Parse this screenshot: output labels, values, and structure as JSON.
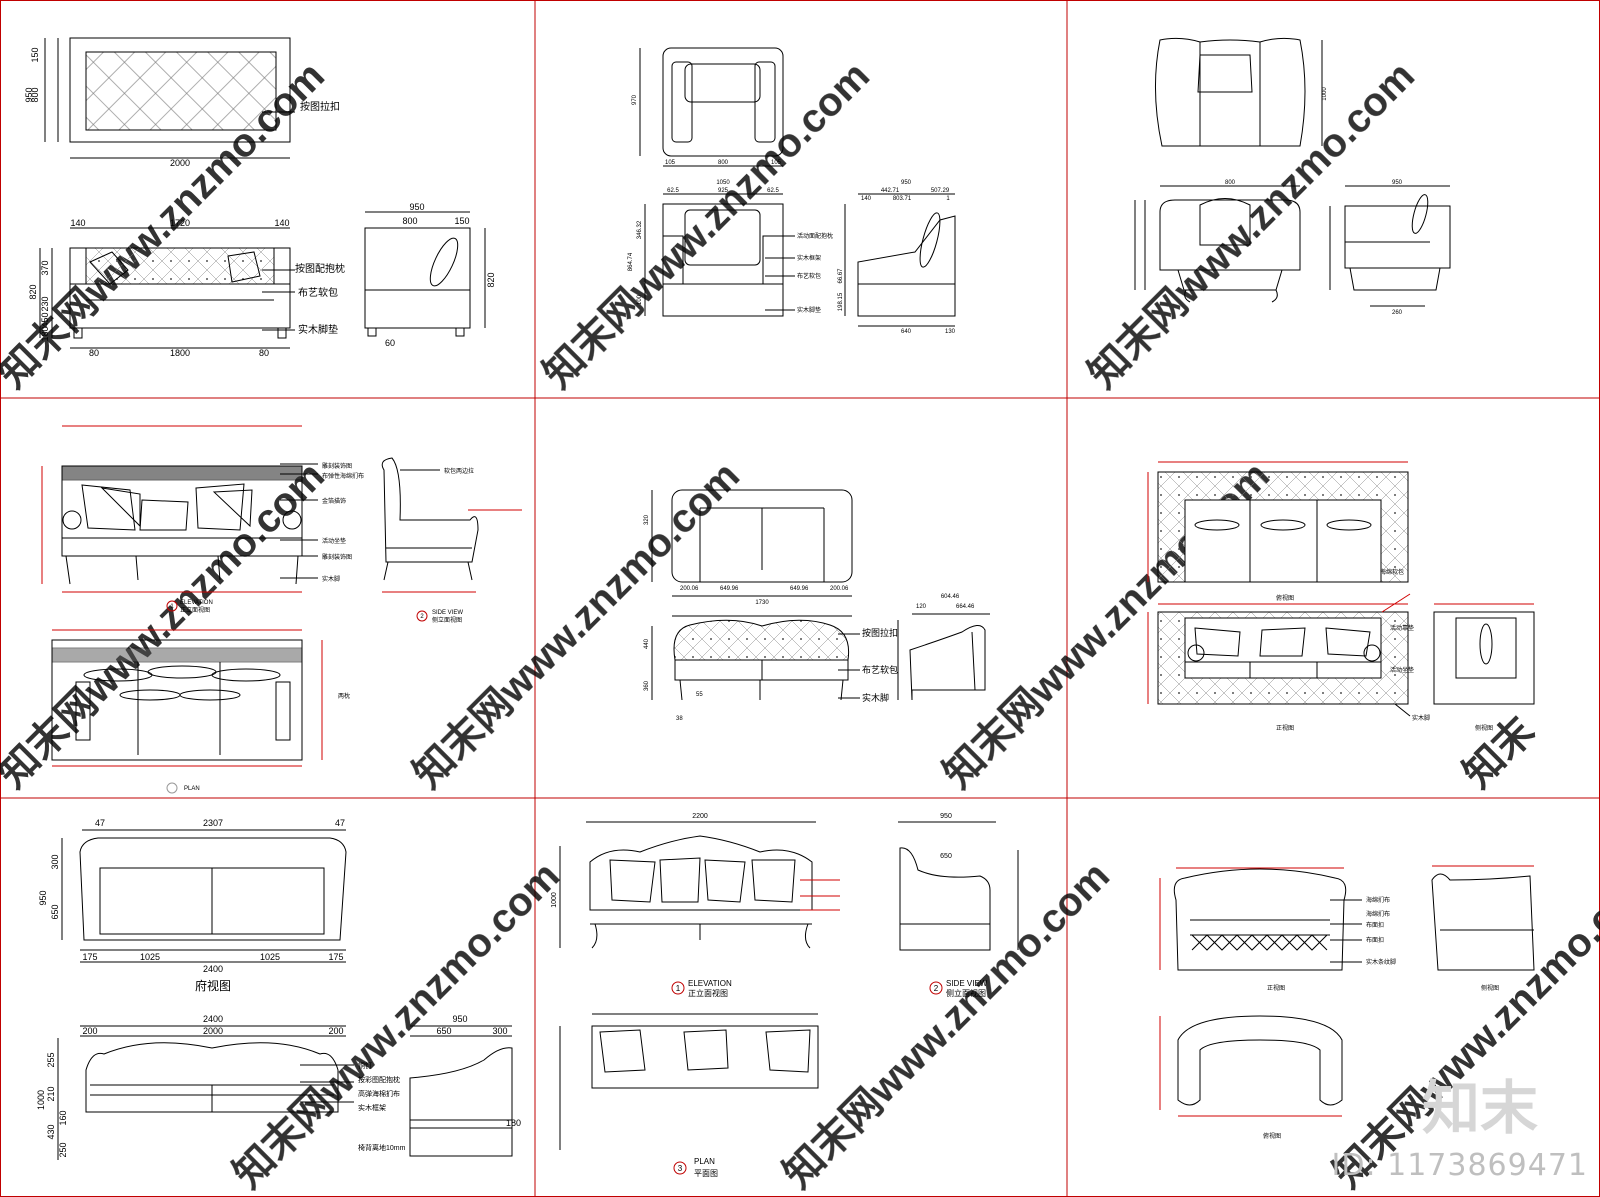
{
  "cells": {
    "c1": {
      "dims": {
        "d150": "150",
        "d800": "800",
        "d950": "950",
        "d2000": "2000",
        "d140a": "140",
        "d1720": "1720",
        "d140b": "140",
        "d370": "370",
        "d230": "230",
        "d820a": "820",
        "d450": "450",
        "d180": "180",
        "d80a": "80",
        "d1800": "1800",
        "d80b": "80",
        "s950": "950",
        "s800": "800",
        "s150": "150",
        "s820": "820",
        "s60": "60"
      },
      "labels": {
        "button_pull": "按图拉扣",
        "pillow": "按图配抱枕",
        "fabric": "布艺软包",
        "feet": "实木脚垫"
      }
    },
    "c2": {
      "dims": {
        "d970": "970",
        "d105a": "105",
        "d800": "800",
        "d105b": "105",
        "d1050": "1050",
        "d625a": "62.5",
        "d925": "925",
        "d625b": "62.5",
        "d950": "950",
        "d44271": "442.71",
        "d50729": "507.29",
        "d140": "140",
        "d80371": "803.71",
        "d1": "1",
        "d34632": "346.32",
        "d86474": "864.74",
        "d100": "100",
        "d66": "66.67",
        "d198": "198.15",
        "d640": "640",
        "d130": "130"
      },
      "labels": {
        "pillow": "活动面配抱枕",
        "frame": "实木框架",
        "fabric": "布艺软包",
        "feet": "实木脚垫"
      }
    },
    "c3": {
      "dims": {
        "d1": "1000",
        "d2": "800",
        "d3": "950",
        "d4": "260"
      }
    },
    "c4": {
      "labels": {
        "l1": "雕刻装饰图",
        "l2": "布弹性海绵扪布",
        "l3": "金箔描饰",
        "l4": "活动坐垫",
        "l5": "雕刻装饰图",
        "l6": "实木脚",
        "s1": "软包两边拉",
        "plan_side": "两枕"
      },
      "titles": {
        "elev_num": "1",
        "elev_en": "ELEVATION",
        "elev_cn": "正立面视图",
        "side_num": "2",
        "side_en": "SIDE VIEW",
        "side_cn": "侧立面视图",
        "plan": "PLAN"
      }
    },
    "c5": {
      "dims": {
        "d1730": "1730",
        "d200a": "200.06",
        "d649a": "649.96",
        "d649b": "649.96",
        "d200b": "200.06",
        "d60476": "604.46",
        "d120": "120",
        "d66446": "664.46",
        "d320": "320",
        "d440": "440",
        "d360": "360",
        "d38": "38",
        "d55": "55"
      },
      "labels": {
        "pull": "按图拉扣",
        "fabric": "布艺软包",
        "wood": "实木脚"
      }
    },
    "c6": {
      "labels": {
        "top": "俯视图",
        "sponge": "海绵软包",
        "front": "正视图",
        "side": "侧视图",
        "feet": "实木脚",
        "c1": "活动靠垫",
        "c2": "活动坐垫"
      }
    },
    "c7": {
      "dims": {
        "d47a": "47",
        "d2307": "2307",
        "d47b": "47",
        "d300": "300",
        "d950": "950",
        "d650": "650",
        "d175a": "175",
        "d1025a": "1025",
        "d1025b": "1025",
        "d175b": "175",
        "d2400": "2400",
        "e2400": "2400",
        "e200a": "200",
        "e2000": "2000",
        "e200b": "200",
        "e255": "255",
        "e1000": "1000",
        "e210": "210",
        "e430": "430",
        "e160": "160",
        "e250": "250",
        "s950": "950",
        "s650": "650",
        "s300": "300",
        "s180": "180"
      },
      "labels": {
        "top": "府视图",
        "nail": "铜钉",
        "pillow": "按彩图配抱枕",
        "sponge": "高弹海棉扪布",
        "frame": "实木框架",
        "floor": "椅背离地10mm"
      }
    },
    "c8": {
      "titles": {
        "elev_num": "1",
        "elev_en": "ELEVATION",
        "elev_cn": "正立面视图",
        "side_num": "2",
        "side_en": "SIDE VIEW",
        "side_cn": "侧立面视图",
        "plan_num": "3",
        "plan_en": "PLAN",
        "plan_cn": "平面图"
      },
      "dims": {
        "w": "2200",
        "s": "950",
        "s2": "650",
        "h1": "1000"
      }
    },
    "c9": {
      "labels": {
        "l1": "海绵扪布",
        "l2": "海绵扪布",
        "l3": "布面扣",
        "l4": "布面扣",
        "l5": "实木条纹脚",
        "front": "正视图",
        "side": "侧视图",
        "top": "俯视图"
      }
    }
  },
  "watermark": {
    "logo": "知末",
    "id": "ID: 1173869471"
  },
  "colors": {
    "grid": "#c00000",
    "line": "#000000",
    "red": "#d00000",
    "wm": "#c8c8c8"
  }
}
